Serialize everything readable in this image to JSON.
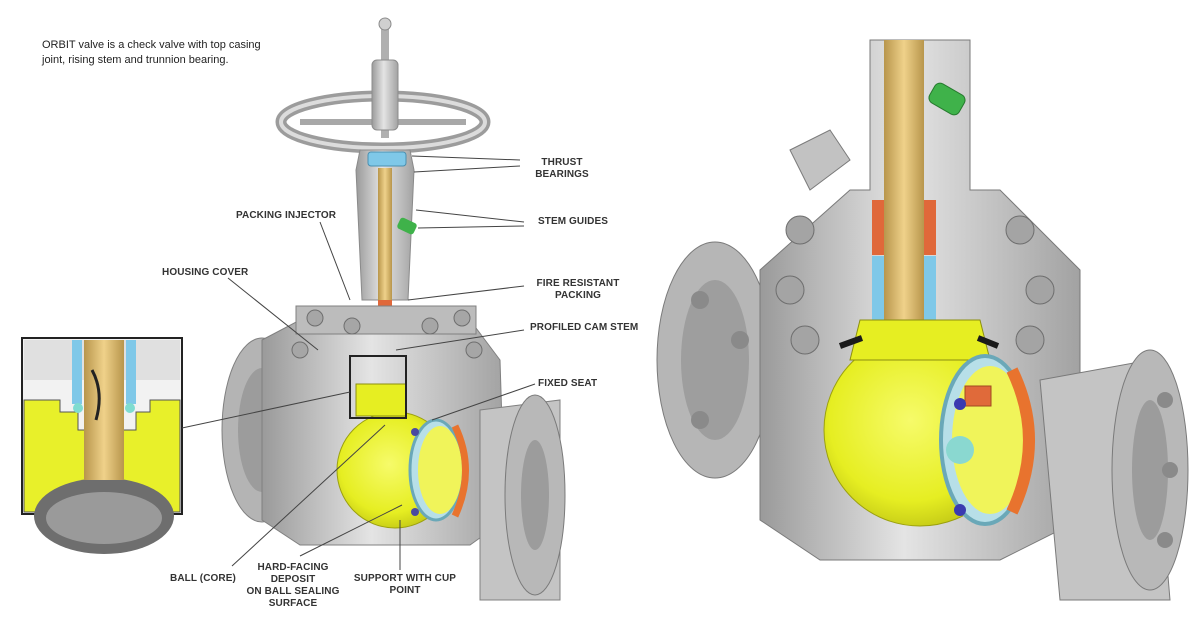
{
  "intro": "ORBIT valve is a check valve with top casing\njoint, rising stem and trunnion bearing.",
  "labels": {
    "thrust_bearings": "THRUST\nBEARINGS",
    "stem_guides": "STEM GUIDES",
    "packing_injector": "PACKING INJECTOR",
    "housing_cover": "HOUSING COVER",
    "fire_resistant_packing": "FIRE RESISTANT\nPACKING",
    "profiled_cam_stem": "PROFILED CAM STEM",
    "fixed_seat": "FIXED SEAT",
    "ball_core": "BALL (CORE)",
    "hard_facing_deposit": "HARD-FACING\nDEPOSIT\nON BALL SEALING\nSURFACE",
    "support_cup_point": "SUPPORT WITH CUP\nPOINT"
  },
  "colors": {
    "steel": "#c8c8c8",
    "steel_dark": "#8f8f8f",
    "ball_yellow": "#e8f02a",
    "stem_tan": "#d8b872",
    "bearing_blue": "#7fc8e8",
    "packing_orange": "#e0683a",
    "guide_green": "#3fb24a",
    "seat_orange": "#e8732e"
  }
}
